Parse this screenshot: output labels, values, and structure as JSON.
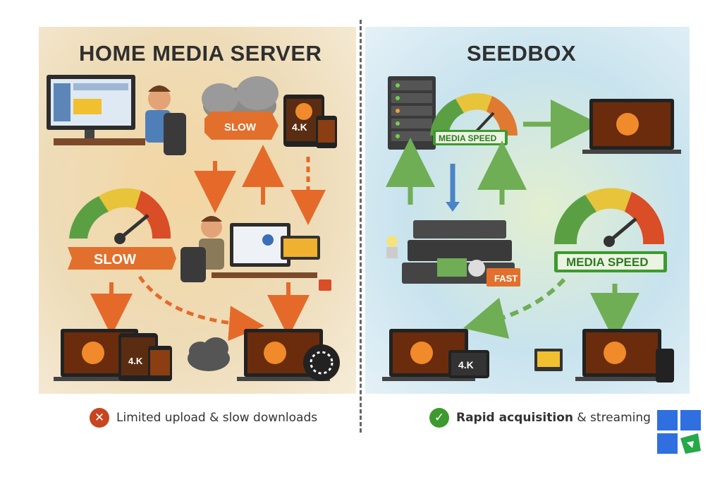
{
  "home": {
    "title": "HOME MEDIA SERVER",
    "slow_tag": "SLOW",
    "gauge_label": "SLOW",
    "tablet_label": "4.K",
    "bottom_tablet_label": "4.K",
    "caption": "Limited upload & slow downloads"
  },
  "seedbox": {
    "title": "SEEDBOX",
    "gauge_top_label": "MEDIA SPEED",
    "gauge_label": "MEDIA SPEED",
    "fast_label": "FAST",
    "tablet_label": "4.K",
    "caption_strong": "Rapid acquisition",
    "caption_rest": " & streaming"
  },
  "icons": {
    "fail": "x-circle-icon",
    "success": "check-circle-icon",
    "brand": "window-logo-icon"
  },
  "colors": {
    "slow_orange": "#e2702c",
    "arrow_orange": "#e56a2a",
    "speed_green": "#4aa13b",
    "arrow_blue": "#4b84c8",
    "arrow_green": "#6fae55",
    "logo_blue": "#2f6fe0",
    "logo_green": "#25a94a"
  }
}
